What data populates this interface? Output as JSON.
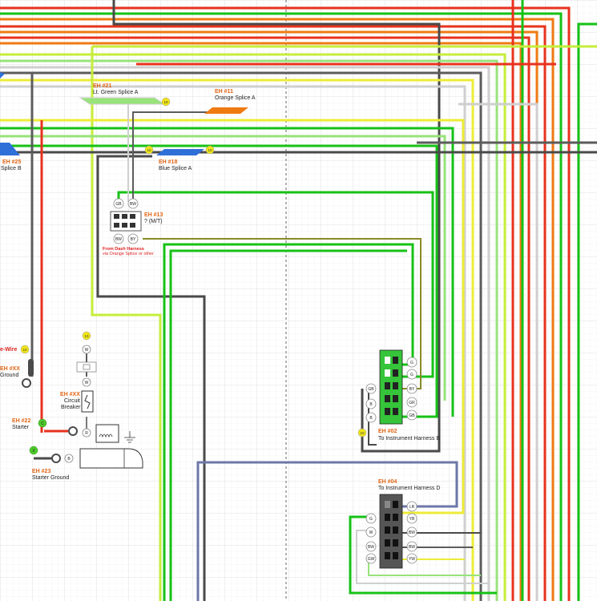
{
  "colors": {
    "red": "#e8321e",
    "orange": "#f07a12",
    "green": "#16c216",
    "lightgreen": "#98e37a",
    "yellow": "#ecec38",
    "yellowgreen": "#c6ee3a",
    "gray": "#cfcfcf",
    "darkgray": "#5c5c5c",
    "black": "#4a4a4a",
    "blue": "#2f6fd8",
    "slate": "#6d77a8",
    "connector_green": "#35c43a",
    "connector_dark": "#555555",
    "label_orange": "#e26414",
    "label_red": "#dd2020",
    "badge": "#f0e518"
  },
  "splices": {
    "green_a": {
      "id": "EH #21",
      "name": "Lt. Green Splice A",
      "badge": "10"
    },
    "orange_a": {
      "id": "EH #11",
      "name": "Orange Splice A"
    },
    "blue_a": {
      "id": "EH #18",
      "name": "Blue Splice A",
      "badge_left": "10",
      "badge_right": "10"
    },
    "splice_b": {
      "id": "EH #25",
      "name": "Splice B"
    }
  },
  "connectors": {
    "eh13": {
      "id": "EH #13",
      "name": "? (M/T)",
      "pins_top": [
        "GB",
        "BW"
      ],
      "pins_bottom": [
        "BW",
        "BY"
      ],
      "note1": "From Dash Harness",
      "note2": "via Orange Splice or other"
    },
    "eh02": {
      "id": "EH #02",
      "name": "To Instrument Harness B",
      "pins_right": [
        "G",
        "G",
        "BY",
        "GR",
        "GB"
      ],
      "pins_left": [
        "GB",
        "B",
        "B"
      ],
      "badge": "10"
    },
    "eh04": {
      "id": "EH #04",
      "name": "To Instrument Harness D",
      "pins_right": [
        "LR",
        "YB",
        "BW",
        "BW",
        "YW"
      ],
      "pins_left": [
        "G",
        "W",
        "BW",
        "GW"
      ]
    }
  },
  "parts": {
    "wire_label": "e-Wire",
    "wire_badge": "10",
    "ground": "Ground",
    "ground_id": "EH #XX",
    "breaker_id": "EH #XX",
    "breaker_line1": "Circuit",
    "breaker_line2": "Breaker",
    "breaker_badge": "10",
    "breaker_pin": "W",
    "breaker_pin2": "W",
    "starter_id": "EH #22",
    "starter_name": "Starter",
    "starter_pin": "C",
    "starter_pin_r": "R",
    "starter_ground_id": "EH #23",
    "starter_ground_name": "Starter Ground",
    "starter_ground_pin": "X",
    "starter_ground_pin_b": "B"
  }
}
